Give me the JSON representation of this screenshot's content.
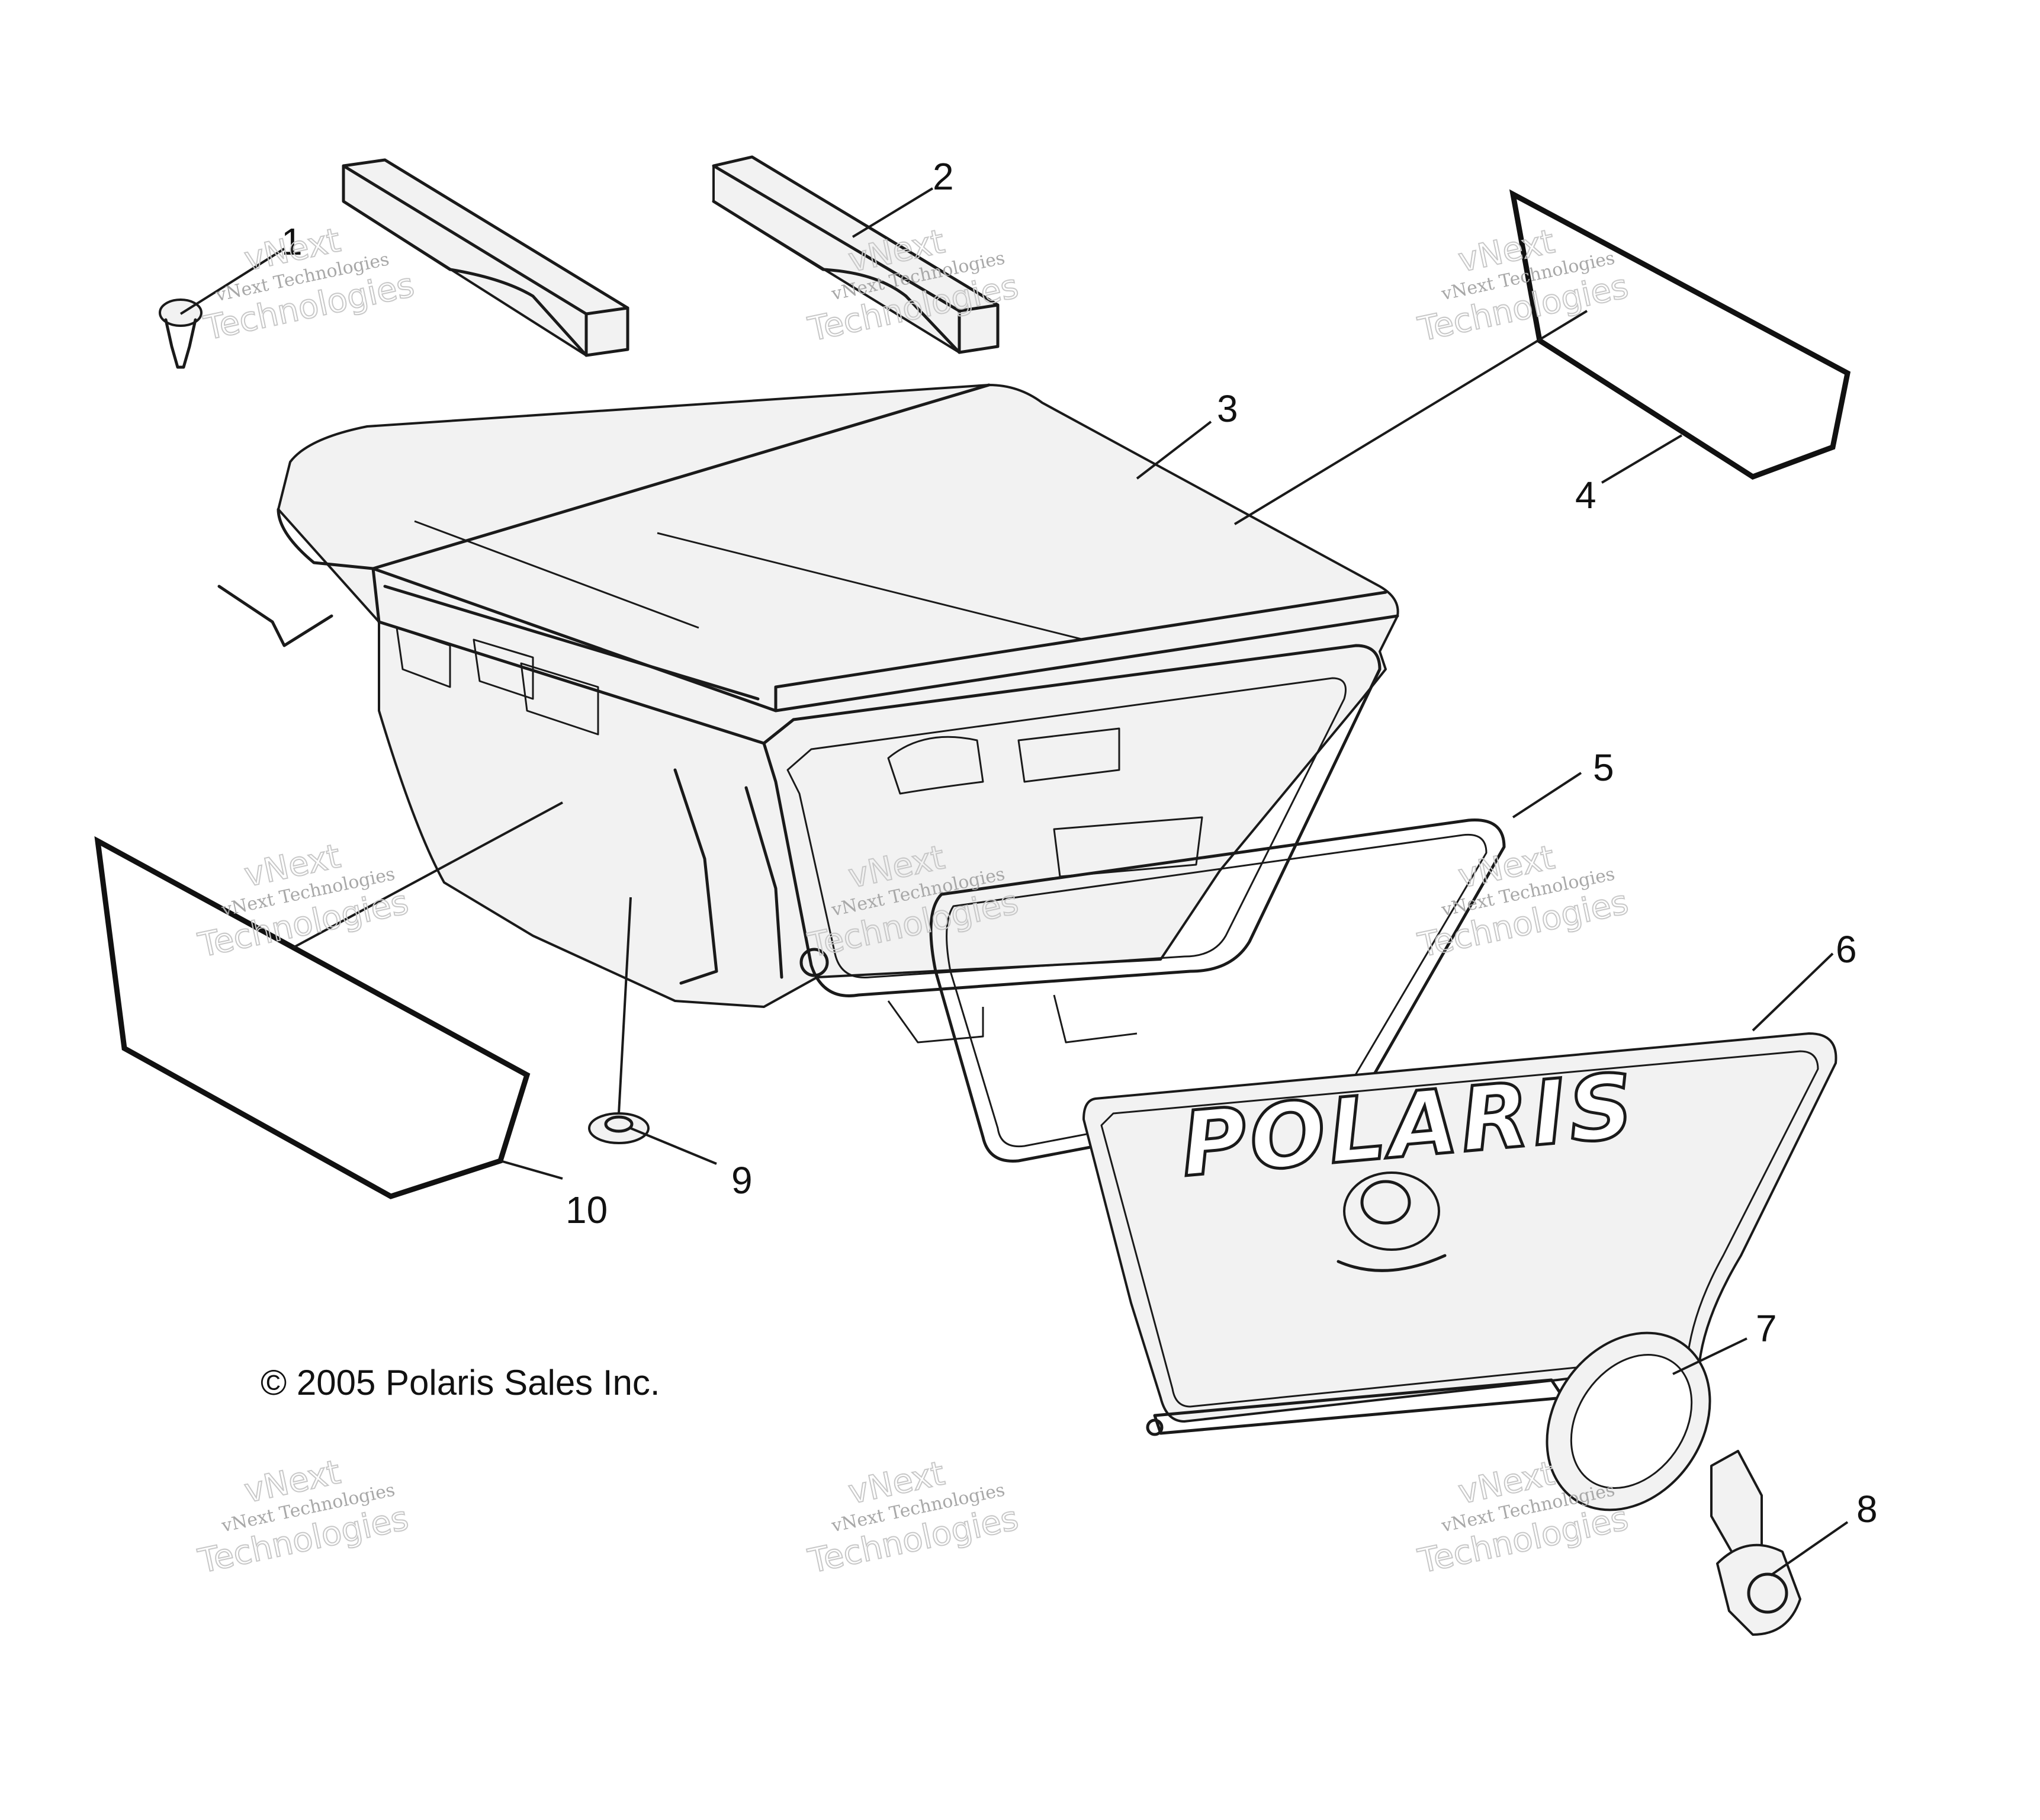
{
  "callouts": {
    "c1": "1",
    "c2": "2",
    "c3": "3",
    "c4": "4",
    "c5": "5",
    "c6": "6",
    "c7": "7",
    "c8": "8",
    "c9": "9",
    "c10": "10"
  },
  "door_logo_text": "POLARIS",
  "copyright": "© 2005 Polaris Sales Inc.",
  "watermark": {
    "line1": "vNext Technologies",
    "line2": "Technologies",
    "line3": "vNext"
  }
}
